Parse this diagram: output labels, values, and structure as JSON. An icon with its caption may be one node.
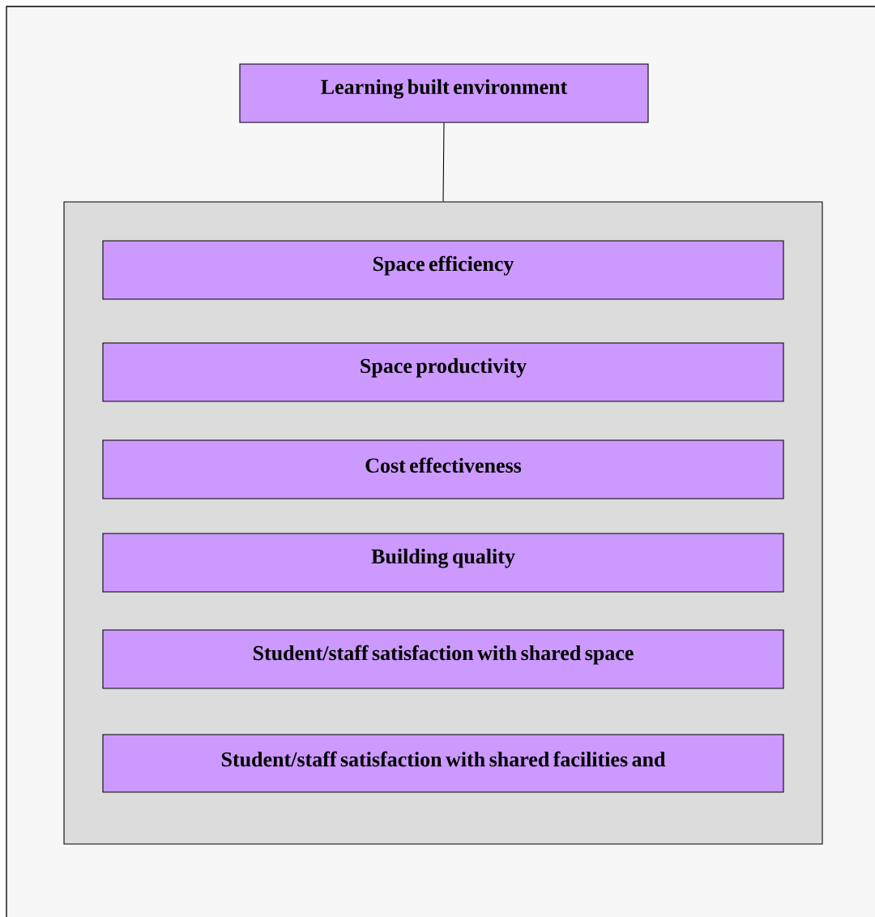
{
  "diagram": {
    "nodes": [
      {
        "text": [
          "Learning built environment"
        ]
      },
      {
        "text": [],
        "shape": "box"
      },
      {
        "text": [
          "Space efficiency"
        ],
        "in": 1
      },
      {
        "text": [
          "Space productivity"
        ],
        "in": 1
      },
      {
        "text": [
          "Cost effectiveness"
        ],
        "in": 1
      },
      {
        "text": [
          "Building quality"
        ],
        "in": 1
      },
      {
        "text": [
          "Student/staff satisfaction with shared space"
        ],
        "in": 1
      },
      {
        "text": [
          "Student/staff satisfaction with shared facilities and"
        ],
        "in": 1
      }
    ],
    "edges": [
      {
        "from": 0,
        "to": 1,
        "arrow": "none"
      }
    ]
  }
}
